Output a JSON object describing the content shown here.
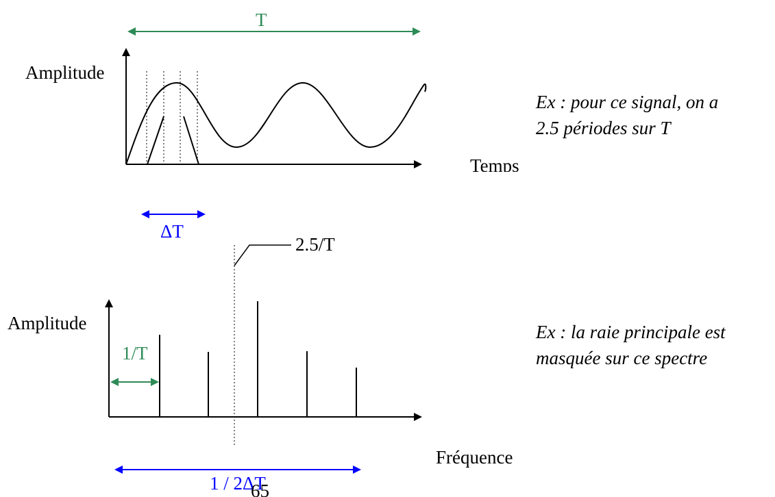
{
  "top_diagram": {
    "period_label": "T",
    "y_axis_label": "Amplitude",
    "x_axis_label": "Temps",
    "delta_label": "ΔT",
    "caption_line1": "Ex : pour ce signal, on a",
    "caption_line2": "2.5 périodes sur T"
  },
  "bottom_diagram": {
    "marker_label": "2.5/T",
    "y_axis_label": "Amplitude",
    "spacing_label": "1/T",
    "x_axis_label": "Fréquence",
    "span_label": "1 / 2ΔT",
    "caption_line1": "Ex : la raie principale est",
    "caption_line2": "masquée sur ce spectre"
  },
  "page_number": "65",
  "colors": {
    "green": "#2e8b57",
    "blue": "#0000ff",
    "black": "#000000"
  }
}
